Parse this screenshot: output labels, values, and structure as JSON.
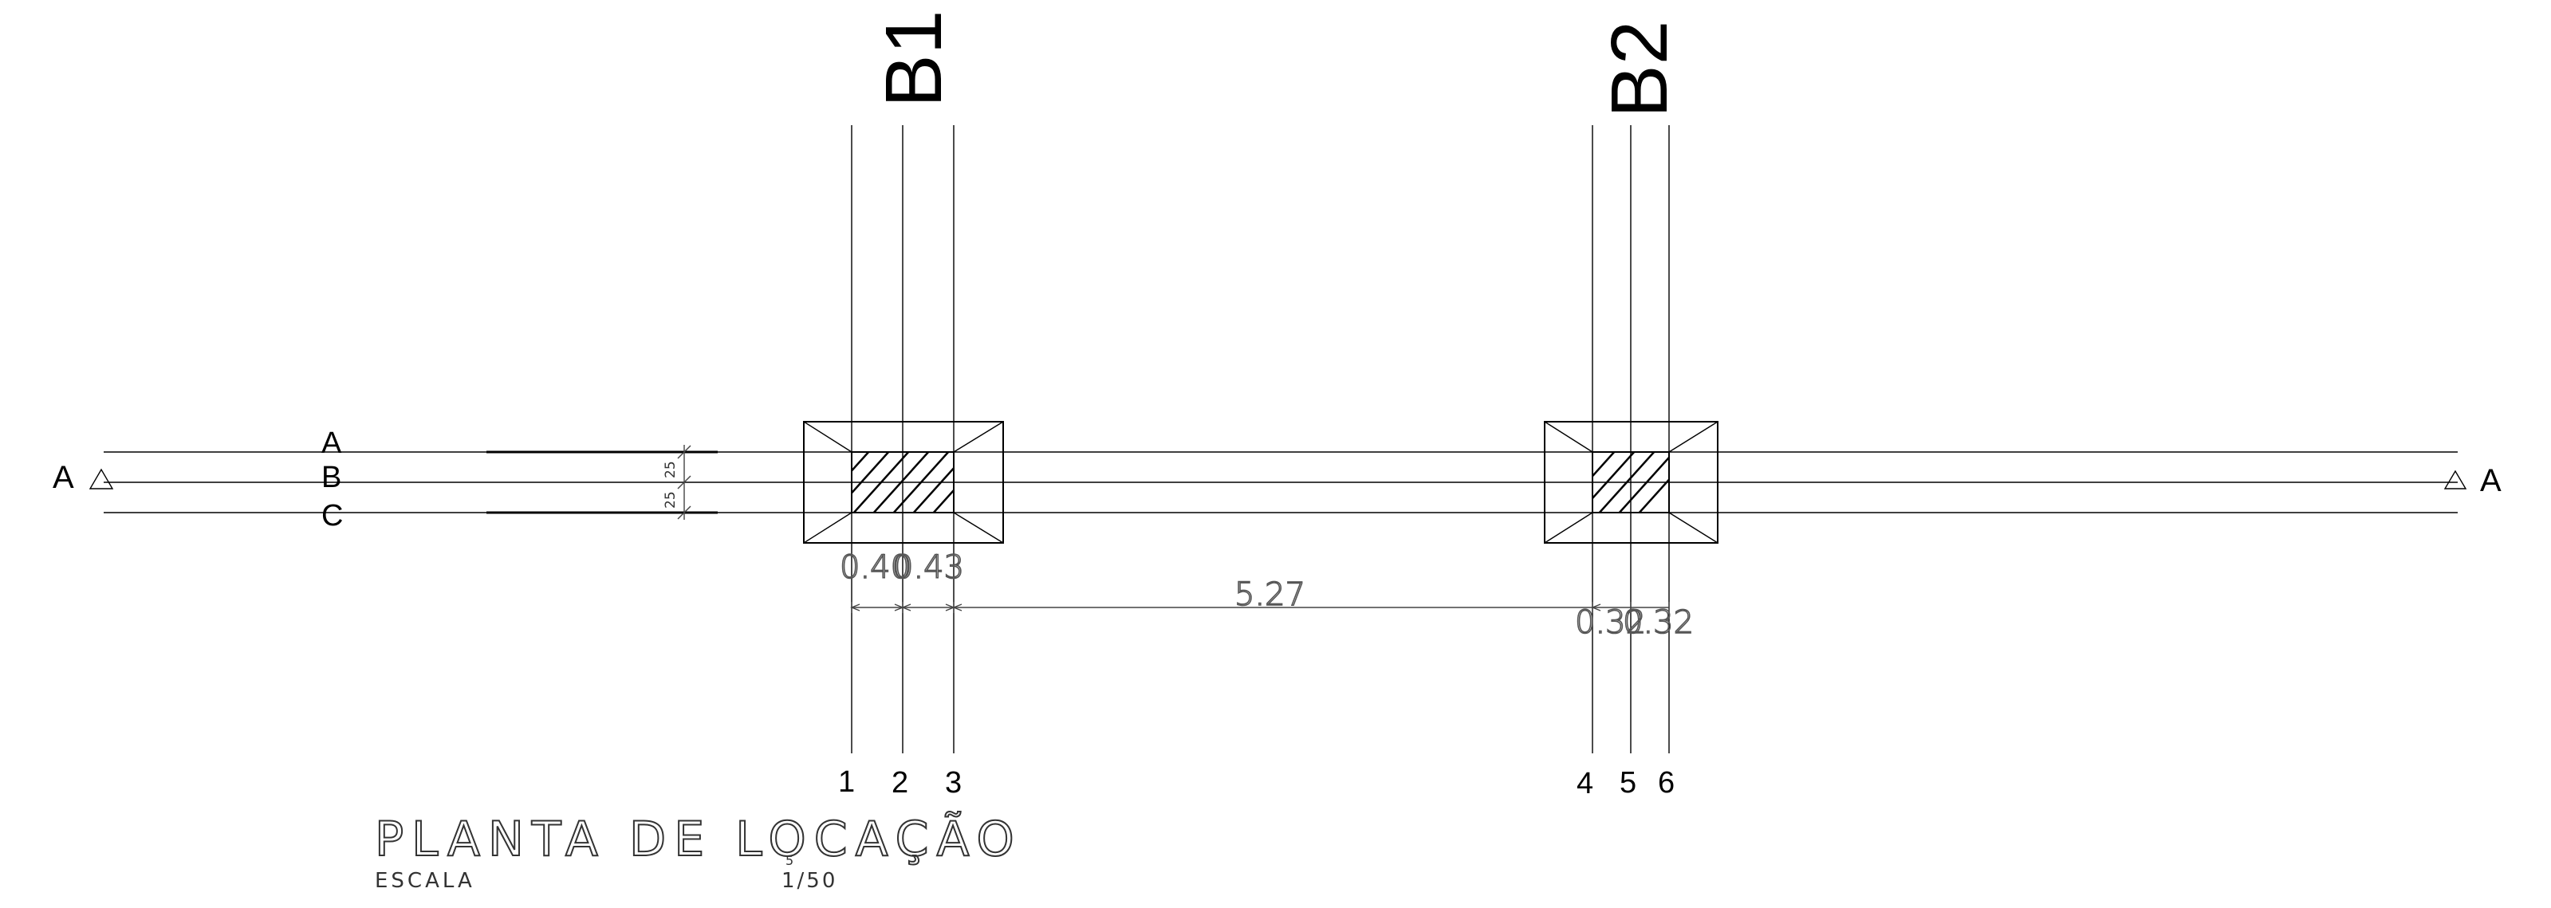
{
  "drawing": {
    "title": "PLANTA DE LOCAÇÃO",
    "scale_label": "ESCALA",
    "scale_value": "1/50",
    "section_marker": "A",
    "small_mark": "5"
  },
  "blocks": [
    {
      "label": "B1"
    },
    {
      "label": "B2"
    }
  ],
  "rows": [
    {
      "label": "A"
    },
    {
      "label": "B"
    },
    {
      "label": "C"
    }
  ],
  "row_dims": [
    "25",
    "25"
  ],
  "columns": [
    "1",
    "2",
    "3",
    "4",
    "5",
    "6"
  ],
  "dimensions": {
    "b1_left": "0.40",
    "b1_right": "0.43",
    "span": "5.27",
    "b2_left": "0.32",
    "b2_right": "0.32"
  }
}
